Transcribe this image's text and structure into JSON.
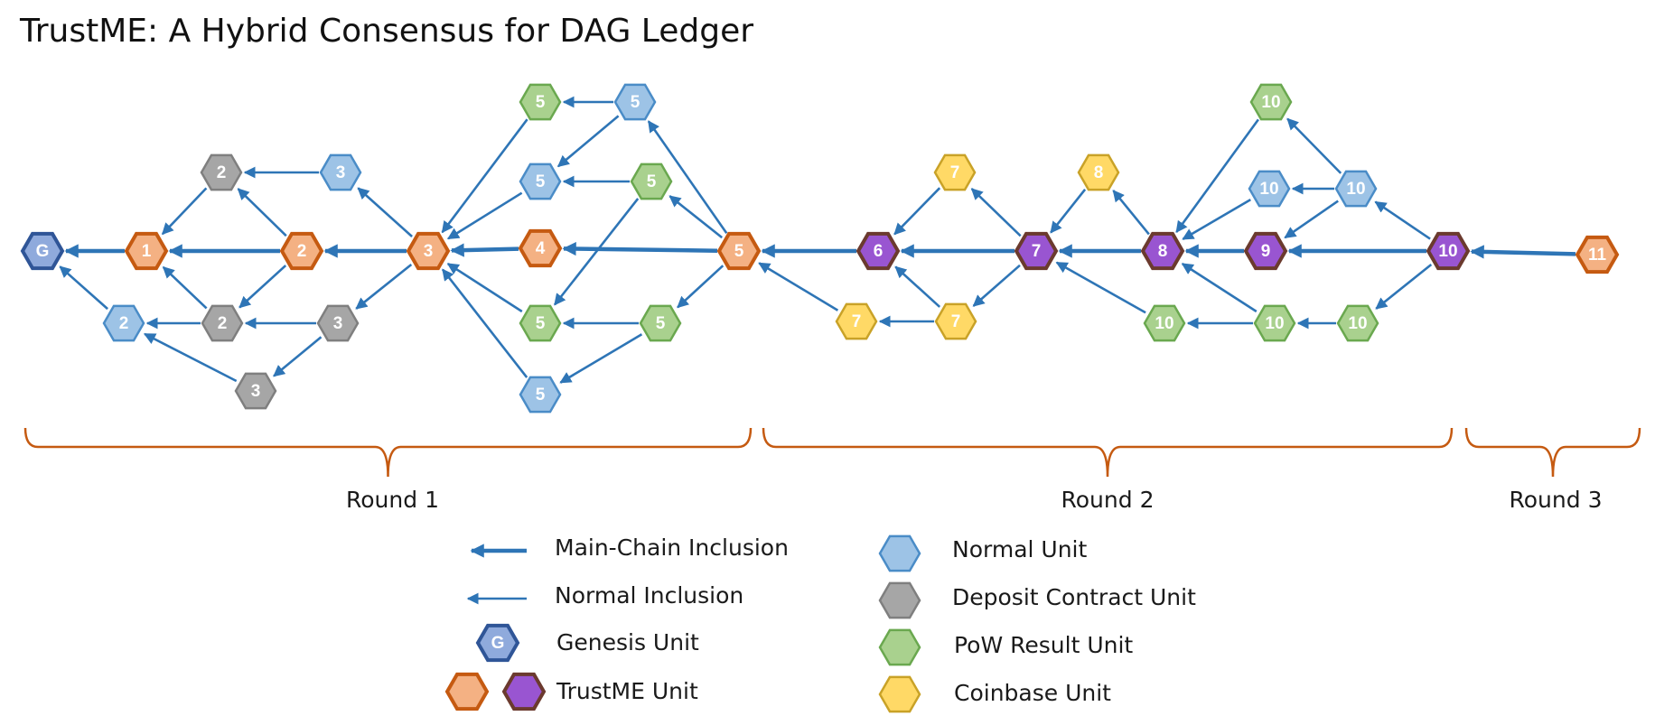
{
  "title": "TrustME: A Hybrid Consensus for DAG Ledger",
  "node_types": {
    "normal": {
      "fill": "#9DC3E6",
      "stroke": "#4A8CC7"
    },
    "deposit": {
      "fill": "#A6A6A6",
      "stroke": "#7F7F7F"
    },
    "pow": {
      "fill": "#A9D18E",
      "stroke": "#6AA84F"
    },
    "coinbase": {
      "fill": "#FFD966",
      "stroke": "#C9A227"
    },
    "genesis": {
      "fill": "#8FAADC",
      "stroke": "#2F5597"
    },
    "trustme_orange": {
      "fill": "#F4B183",
      "stroke": "#C55A11"
    },
    "trustme_purple": {
      "fill": "#9955D1",
      "stroke": "#6B3A2E"
    }
  },
  "edge_color": "#2E75B6",
  "round_color": "#C55A11",
  "nodes": [
    {
      "id": "G",
      "label": "G",
      "type": "genesis"
    },
    {
      "id": "O1",
      "label": "1",
      "type": "trustme_orange"
    },
    {
      "id": "D2a",
      "label": "2",
      "type": "deposit"
    },
    {
      "id": "N3a",
      "label": "3",
      "type": "normal"
    },
    {
      "id": "O2",
      "label": "2",
      "type": "trustme_orange"
    },
    {
      "id": "N2b",
      "label": "2",
      "type": "normal"
    },
    {
      "id": "D2c",
      "label": "2",
      "type": "deposit"
    },
    {
      "id": "D3b",
      "label": "3",
      "type": "deposit"
    },
    {
      "id": "D3c",
      "label": "3",
      "type": "deposit"
    },
    {
      "id": "O3",
      "label": "3",
      "type": "trustme_orange"
    },
    {
      "id": "P5a",
      "label": "5",
      "type": "pow"
    },
    {
      "id": "N5a",
      "label": "5",
      "type": "normal"
    },
    {
      "id": "N5b",
      "label": "5",
      "type": "normal"
    },
    {
      "id": "P5b",
      "label": "5",
      "type": "pow"
    },
    {
      "id": "O4",
      "label": "4",
      "type": "trustme_orange"
    },
    {
      "id": "P5c",
      "label": "5",
      "type": "pow"
    },
    {
      "id": "P5d",
      "label": "5",
      "type": "pow"
    },
    {
      "id": "N5c",
      "label": "5",
      "type": "normal"
    },
    {
      "id": "O5",
      "label": "5",
      "type": "trustme_orange"
    },
    {
      "id": "U6",
      "label": "6",
      "type": "trustme_purple"
    },
    {
      "id": "C7a",
      "label": "7",
      "type": "coinbase"
    },
    {
      "id": "C7b",
      "label": "7",
      "type": "coinbase"
    },
    {
      "id": "C7c",
      "label": "7",
      "type": "coinbase"
    },
    {
      "id": "U7",
      "label": "7",
      "type": "trustme_purple"
    },
    {
      "id": "C8",
      "label": "8",
      "type": "coinbase"
    },
    {
      "id": "U8",
      "label": "8",
      "type": "trustme_purple"
    },
    {
      "id": "P10a",
      "label": "10",
      "type": "pow"
    },
    {
      "id": "N10a",
      "label": "10",
      "type": "normal"
    },
    {
      "id": "N10b",
      "label": "10",
      "type": "normal"
    },
    {
      "id": "U9",
      "label": "9",
      "type": "trustme_purple"
    },
    {
      "id": "P10b",
      "label": "10",
      "type": "pow"
    },
    {
      "id": "P10c",
      "label": "10",
      "type": "pow"
    },
    {
      "id": "P10d",
      "label": "10",
      "type": "pow"
    },
    {
      "id": "U10",
      "label": "10",
      "type": "trustme_purple"
    },
    {
      "id": "O11",
      "label": "11",
      "type": "trustme_orange"
    }
  ],
  "edges": [
    {
      "from": "O1",
      "to": "G",
      "kind": "main"
    },
    {
      "from": "O2",
      "to": "O1",
      "kind": "main"
    },
    {
      "from": "O3",
      "to": "O2",
      "kind": "main"
    },
    {
      "from": "O4",
      "to": "O3",
      "kind": "main"
    },
    {
      "from": "O5",
      "to": "O4",
      "kind": "main"
    },
    {
      "from": "U6",
      "to": "O5",
      "kind": "main"
    },
    {
      "from": "U7",
      "to": "U6",
      "kind": "main"
    },
    {
      "from": "U8",
      "to": "U7",
      "kind": "main"
    },
    {
      "from": "U9",
      "to": "U8",
      "kind": "main"
    },
    {
      "from": "U10",
      "to": "U9",
      "kind": "main"
    },
    {
      "from": "O11",
      "to": "U10",
      "kind": "main"
    },
    {
      "from": "N2b",
      "to": "G",
      "kind": "normal"
    },
    {
      "from": "D2a",
      "to": "O1",
      "kind": "normal"
    },
    {
      "from": "D2c",
      "to": "O1",
      "kind": "normal"
    },
    {
      "from": "N3a",
      "to": "D2a",
      "kind": "normal"
    },
    {
      "from": "O2",
      "to": "D2a",
      "kind": "normal"
    },
    {
      "from": "O2",
      "to": "D2c",
      "kind": "normal"
    },
    {
      "from": "D2c",
      "to": "N2b",
      "kind": "normal"
    },
    {
      "from": "D3b",
      "to": "D2c",
      "kind": "normal"
    },
    {
      "from": "D3c",
      "to": "N2b",
      "kind": "normal"
    },
    {
      "from": "D3b",
      "to": "D3c",
      "kind": "normal"
    },
    {
      "from": "O3",
      "to": "N3a",
      "kind": "normal"
    },
    {
      "from": "O3",
      "to": "D3b",
      "kind": "normal"
    },
    {
      "from": "P5a",
      "to": "O3",
      "kind": "normal"
    },
    {
      "from": "N5b",
      "to": "O3",
      "kind": "normal"
    },
    {
      "from": "P5c",
      "to": "O3",
      "kind": "normal"
    },
    {
      "from": "N5c",
      "to": "O3",
      "kind": "normal"
    },
    {
      "from": "N5a",
      "to": "P5a",
      "kind": "normal"
    },
    {
      "from": "N5a",
      "to": "N5b",
      "kind": "normal"
    },
    {
      "from": "P5b",
      "to": "N5b",
      "kind": "normal"
    },
    {
      "from": "P5b",
      "to": "P5c",
      "kind": "normal"
    },
    {
      "from": "P5d",
      "to": "P5c",
      "kind": "normal"
    },
    {
      "from": "P5d",
      "to": "N5c",
      "kind": "normal"
    },
    {
      "from": "O5",
      "to": "N5a",
      "kind": "normal"
    },
    {
      "from": "O5",
      "to": "P5b",
      "kind": "normal"
    },
    {
      "from": "O5",
      "to": "P5d",
      "kind": "normal"
    },
    {
      "from": "C7c",
      "to": "O5",
      "kind": "normal"
    },
    {
      "from": "C7a",
      "to": "U6",
      "kind": "normal"
    },
    {
      "from": "C7b",
      "to": "U6",
      "kind": "normal"
    },
    {
      "from": "C7b",
      "to": "C7c",
      "kind": "normal"
    },
    {
      "from": "U7",
      "to": "C7a",
      "kind": "normal"
    },
    {
      "from": "U7",
      "to": "C7b",
      "kind": "normal"
    },
    {
      "from": "C8",
      "to": "U7",
      "kind": "normal"
    },
    {
      "from": "P10b",
      "to": "U7",
      "kind": "normal"
    },
    {
      "from": "U8",
      "to": "C8",
      "kind": "normal"
    },
    {
      "from": "P10a",
      "to": "U8",
      "kind": "normal"
    },
    {
      "from": "N10a",
      "to": "U8",
      "kind": "normal"
    },
    {
      "from": "P10c",
      "to": "U8",
      "kind": "normal"
    },
    {
      "from": "P10c",
      "to": "P10b",
      "kind": "normal"
    },
    {
      "from": "P10d",
      "to": "P10c",
      "kind": "normal"
    },
    {
      "from": "N10b",
      "to": "N10a",
      "kind": "normal"
    },
    {
      "from": "N10b",
      "to": "P10a",
      "kind": "normal"
    },
    {
      "from": "N10b",
      "to": "U9",
      "kind": "normal"
    },
    {
      "from": "U10",
      "to": "N10b",
      "kind": "normal"
    },
    {
      "from": "U10",
      "to": "P10d",
      "kind": "normal"
    }
  ],
  "rounds": [
    {
      "label": "Round 1"
    },
    {
      "label": "Round 2"
    },
    {
      "label": "Round 3"
    }
  ],
  "legend": {
    "main_chain_inclusion": "Main-Chain Inclusion",
    "normal_inclusion": "Normal Inclusion",
    "genesis_unit": "Genesis Unit",
    "genesis_symbol": "G",
    "trustme_unit": "TrustME Unit",
    "normal_unit": "Normal Unit",
    "deposit_contract_unit": "Deposit Contract Unit",
    "pow_result_unit": "PoW Result Unit",
    "coinbase_unit": "Coinbase Unit"
  }
}
